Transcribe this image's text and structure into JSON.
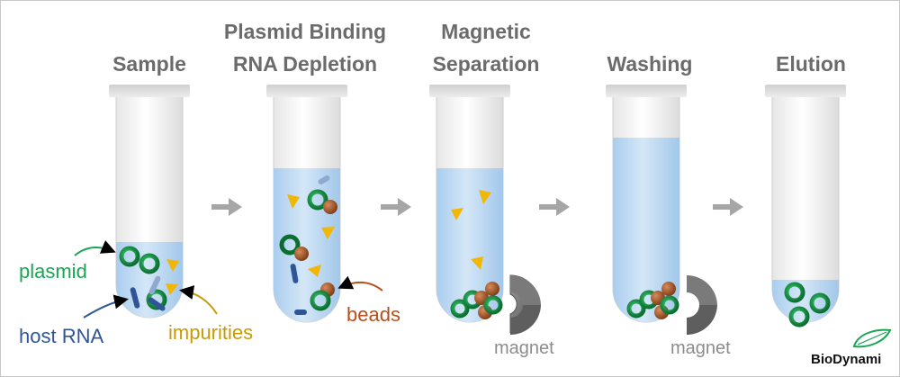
{
  "steps": [
    {
      "line1": "Sample",
      "line2": ""
    },
    {
      "line1": "Plasmid Binding",
      "line2": "RNA Depletion"
    },
    {
      "line1": "Magnetic",
      "line2": "Separation"
    },
    {
      "line1": "Washing",
      "line2": ""
    },
    {
      "line1": "Elution",
      "line2": ""
    }
  ],
  "labels": {
    "plasmid": "plasmid",
    "host_rna": "host RNA",
    "impurities": "impurities",
    "beads": "beads",
    "magnet_1": "magnet",
    "magnet_2": "magnet"
  },
  "logo": "BioDynami",
  "colors": {
    "title": "#6b6b6b",
    "plasmid": "#1aa554",
    "host_rna": "#2f5597",
    "impurities": "#c99a06",
    "beads": "#b5501c",
    "magnet": "#6e6e6e",
    "liquid": "#b9d7f0",
    "arrow": "#a6a6a6"
  }
}
